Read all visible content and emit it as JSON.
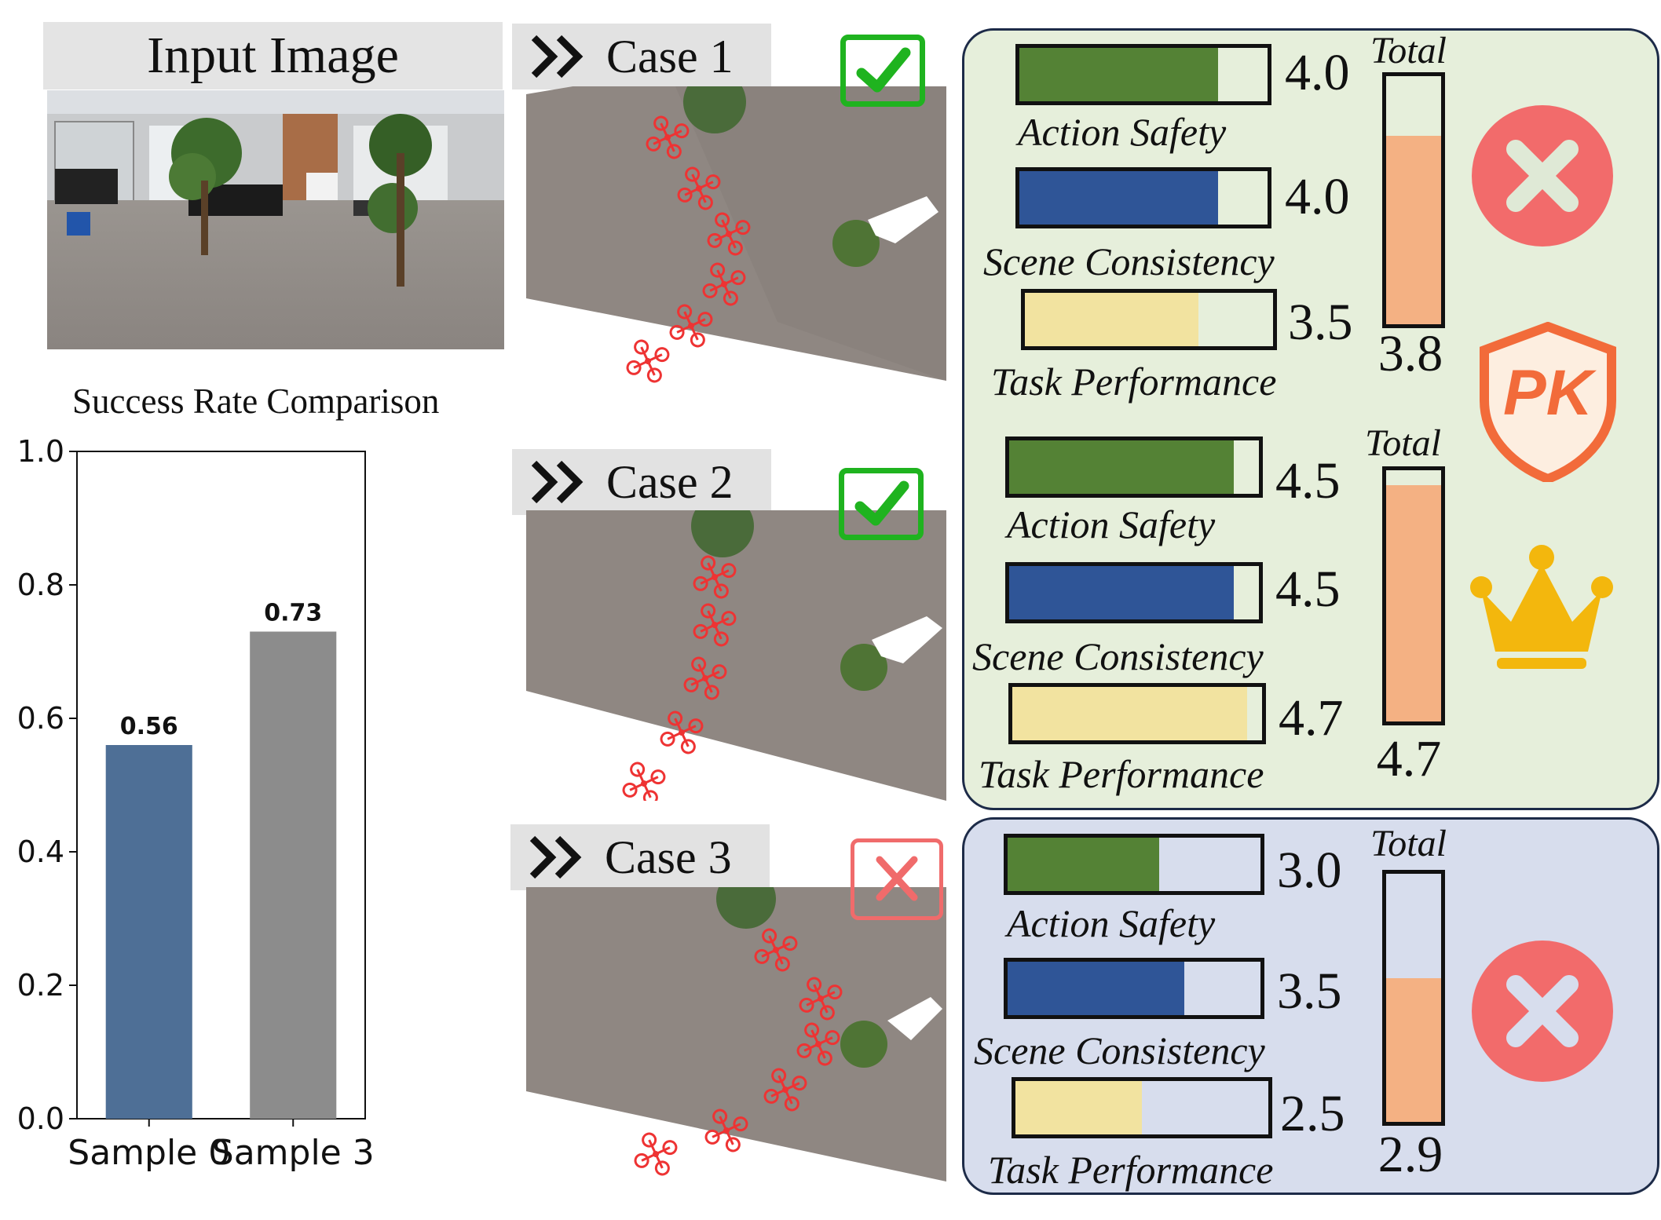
{
  "input": {
    "title": "Input Image"
  },
  "chart_title": "Success Rate Comparison",
  "chart_data": {
    "type": "bar",
    "title": "Success Rate Comparison",
    "categories": [
      "Sample 0",
      "Sample 3"
    ],
    "values": [
      0.56,
      0.73
    ],
    "value_labels": [
      "0.56",
      "0.73"
    ],
    "colors": [
      "#4e6f96",
      "#8c8c8c"
    ],
    "ylim": [
      0,
      1.0
    ],
    "yticks": [
      "0.0",
      "0.2",
      "0.4",
      "0.6",
      "0.8",
      "1.0"
    ],
    "grid": false
  },
  "cases": [
    {
      "label": "Case 1",
      "status": "success",
      "status_icon": "check-icon"
    },
    {
      "label": "Case 2",
      "status": "success",
      "status_icon": "check-icon"
    },
    {
      "label": "Case 3",
      "status": "failure",
      "status_icon": "cross-icon"
    }
  ],
  "evaluations": [
    {
      "metrics": [
        {
          "label": "Action Safety",
          "value": "4.0",
          "score": 4.0,
          "color": "#548235"
        },
        {
          "label": "Scene Consistency",
          "value": "4.0",
          "score": 4.0,
          "color": "#2f5597"
        },
        {
          "label": "Task Performance",
          "value": "3.5",
          "score": 3.5,
          "color": "#f2e3a0"
        }
      ],
      "total_label": "Total",
      "total": "3.8",
      "total_score": 3.8,
      "badge_icon": "reject-icon"
    },
    {
      "metrics": [
        {
          "label": "Action Safety",
          "value": "4.5",
          "score": 4.5,
          "color": "#548235"
        },
        {
          "label": "Scene Consistency",
          "value": "4.5",
          "score": 4.5,
          "color": "#2f5597"
        },
        {
          "label": "Task Performance",
          "value": "4.7",
          "score": 4.7,
          "color": "#f2e3a0"
        }
      ],
      "total_label": "Total",
      "total": "4.7",
      "total_score": 4.7,
      "badge_icon": "crown-icon"
    },
    {
      "metrics": [
        {
          "label": "Action Safety",
          "value": "3.0",
          "score": 3.0,
          "color": "#548235"
        },
        {
          "label": "Scene Consistency",
          "value": "3.5",
          "score": 3.5,
          "color": "#2f5597"
        },
        {
          "label": "Task Performance",
          "value": "2.5",
          "score": 2.5,
          "color": "#f2e3a0"
        }
      ],
      "total_label": "Total",
      "total": "2.9",
      "total_score": 2.9,
      "badge_icon": "reject-icon"
    }
  ],
  "pk_badge": {
    "text": "PK",
    "icon": "pk-shield-icon"
  },
  "colors": {
    "panel_green": "#e6efdb",
    "panel_blue": "#d7dded",
    "success": "#1fb31f",
    "failure": "#f06b6b",
    "crown": "#f3b70d",
    "pk": "#f26b3a"
  }
}
